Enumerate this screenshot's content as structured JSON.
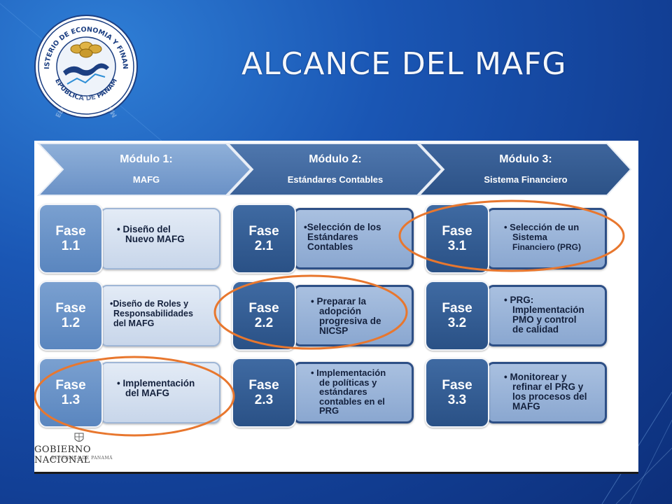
{
  "slide": {
    "title": "ALCANCE DEL MAFG"
  },
  "seal": {
    "text_top": "MINISTERIO DE ECONOMIA Y FINANZAS",
    "text_bottom": "REPUBLICA DE PANAMA"
  },
  "modules": [
    {
      "title": "Módulo 1:",
      "subtitle": "MAFG"
    },
    {
      "title": "Módulo 2:",
      "subtitle": "Estándares Contables"
    },
    {
      "title": "Módulo 3:",
      "subtitle": "Sistema Financiero"
    }
  ],
  "phases": [
    {
      "label": "Fase",
      "number": "1.1",
      "lines": [
        "• Diseño del",
        "  Nuevo MAFG"
      ]
    },
    {
      "label": "Fase",
      "number": "1.2",
      "lines": [
        "•Diseño de Roles y",
        " Responsabilidades",
        " del  MAFG"
      ]
    },
    {
      "label": "Fase",
      "number": "1.3",
      "lines": [
        "• Implementación",
        "  del MAFG"
      ]
    },
    {
      "label": "Fase",
      "number": "2.1",
      "lines": [
        "•Selección de los",
        " Estándares",
        " Contables"
      ]
    },
    {
      "label": "Fase",
      "number": "2.2",
      "lines": [
        "• Preparar la",
        "  adopción",
        "  progresiva de",
        "  NICSP"
      ]
    },
    {
      "label": "Fase",
      "number": "2.3",
      "lines": [
        "• Implementación",
        "  de políticas y",
        "  estándares",
        "  contables en el",
        "  PRG"
      ]
    },
    {
      "label": "Fase",
      "number": "3.1",
      "lines": [
        "• Selección de un",
        "  Sistema",
        "  Financiero (PRG)"
      ]
    },
    {
      "label": "Fase",
      "number": "3.2",
      "lines": [
        "• PRG:",
        "  Implementación",
        "  PMO y control",
        "  de calidad"
      ]
    },
    {
      "label": "Fase",
      "number": "3.3",
      "lines": [
        "• Monitorear y",
        "  refinar el PRG y",
        "  los procesos del",
        "  MAFG"
      ]
    }
  ],
  "footer": {
    "gobierno": "GOBIERNO NACIONAL",
    "republica": "REPÚBLICA DE PANAMÁ"
  },
  "colors": {
    "background": "#1a56b4",
    "chevron_light": "#7aa0d0",
    "chevron_dark": "#2f5a93",
    "highlight_circle": "#e8772e"
  }
}
